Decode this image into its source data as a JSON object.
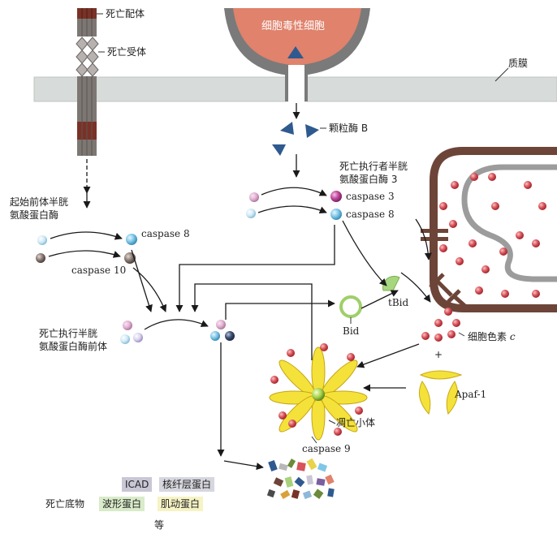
{
  "colors": {
    "membrane": "#d7dbd9",
    "receptor": "#7d7773",
    "receptor_band": "#7a3226",
    "cytotoxic_cell": "#e0826c",
    "cytotoxic_rim": "#6b6b6b",
    "granzyme": "#2f5a8f",
    "red_ball": "#d9535a",
    "blue_ball": "#7fc7e8",
    "mito_outer": "#6d4538",
    "mito_inner": "#9c9c9c",
    "apoptosome_petal": "#f4e23a",
    "arrow": "#1a1a1a"
  },
  "labels": {
    "death_ligand": "死亡配体",
    "death_receptor": "死亡受体",
    "plasma_membrane": "质膜",
    "cytotoxic_cell": "细胞毒性细胞",
    "granzyme_b": "颗粒酶 B",
    "executioner_line1": "死亡执行者半胱",
    "executioner_line2": "氨酸蛋白酶 3",
    "caspase3": "caspase 3",
    "caspase8_top": "caspase 8",
    "initiator_line1": "起始前体半胱",
    "initiator_line2": "氨酸蛋白酶",
    "caspase8": "caspase 8",
    "caspase10": "caspase 10",
    "tbid": "tBid",
    "bid": "Bid",
    "executioner_precursor_line1": "死亡执行半胱",
    "executioner_precursor_line2": "氨酸蛋白酶前体",
    "cytochrome_c": "细胞色素",
    "cytochrome_c_italic": "c",
    "plus": "+",
    "apaf1": "Apaf-1",
    "apoptosome": "凋亡小体",
    "caspase9": "caspase 9",
    "icad": "ICAD",
    "lamin": "核纤层蛋白",
    "death_substrates": "死亡底物",
    "fodrin": "波形蛋白",
    "actin": "肌动蛋白",
    "etc": "等"
  }
}
